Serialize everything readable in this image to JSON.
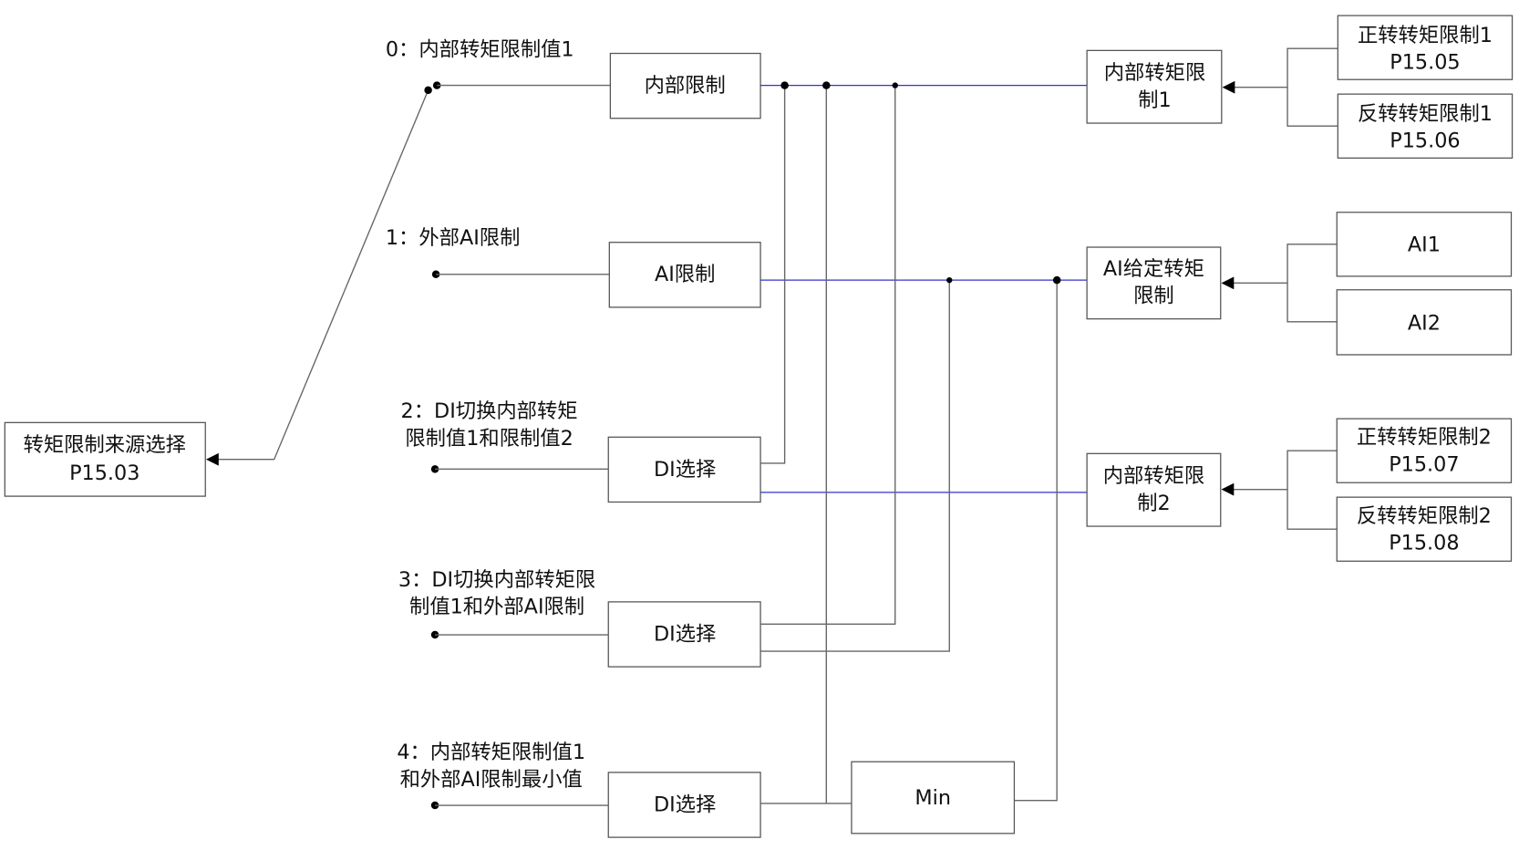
{
  "source": {
    "line1": "转矩限制来源选择",
    "line2": "P15.03"
  },
  "options": [
    {
      "lines": [
        "0：内部转矩限制值1"
      ],
      "block": "内部限制"
    },
    {
      "lines": [
        "1：外部AI限制"
      ],
      "block": "AI限制"
    },
    {
      "lines": [
        "2：DI切换内部转矩",
        "限制值1和限制值2"
      ],
      "block": "DI选择"
    },
    {
      "lines": [
        "3：DI切换内部转矩限",
        "制值1和外部AI限制"
      ],
      "block": "DI选择"
    },
    {
      "lines": [
        "4：内部转矩限制值1",
        "和外部AI限制最小值"
      ],
      "block": "DI选择"
    }
  ],
  "min_block": "Min",
  "limits": [
    {
      "lines": [
        "内部转矩限",
        "制1"
      ],
      "inputs": [
        [
          "正转转矩限制1",
          "P15.05"
        ],
        [
          "反转转矩限制1",
          "P15.06"
        ]
      ]
    },
    {
      "lines": [
        "AI给定转矩",
        "限制"
      ],
      "inputs": [
        [
          "AI1"
        ],
        [
          "AI2"
        ]
      ]
    },
    {
      "lines": [
        "内部转矩限",
        "制2"
      ],
      "inputs": [
        [
          "正转转矩限制2",
          "P15.07"
        ],
        [
          "反转转矩限制2",
          "P15.08"
        ]
      ]
    }
  ],
  "colors": {
    "signal_line": "#3333cc",
    "line": "#666666"
  }
}
